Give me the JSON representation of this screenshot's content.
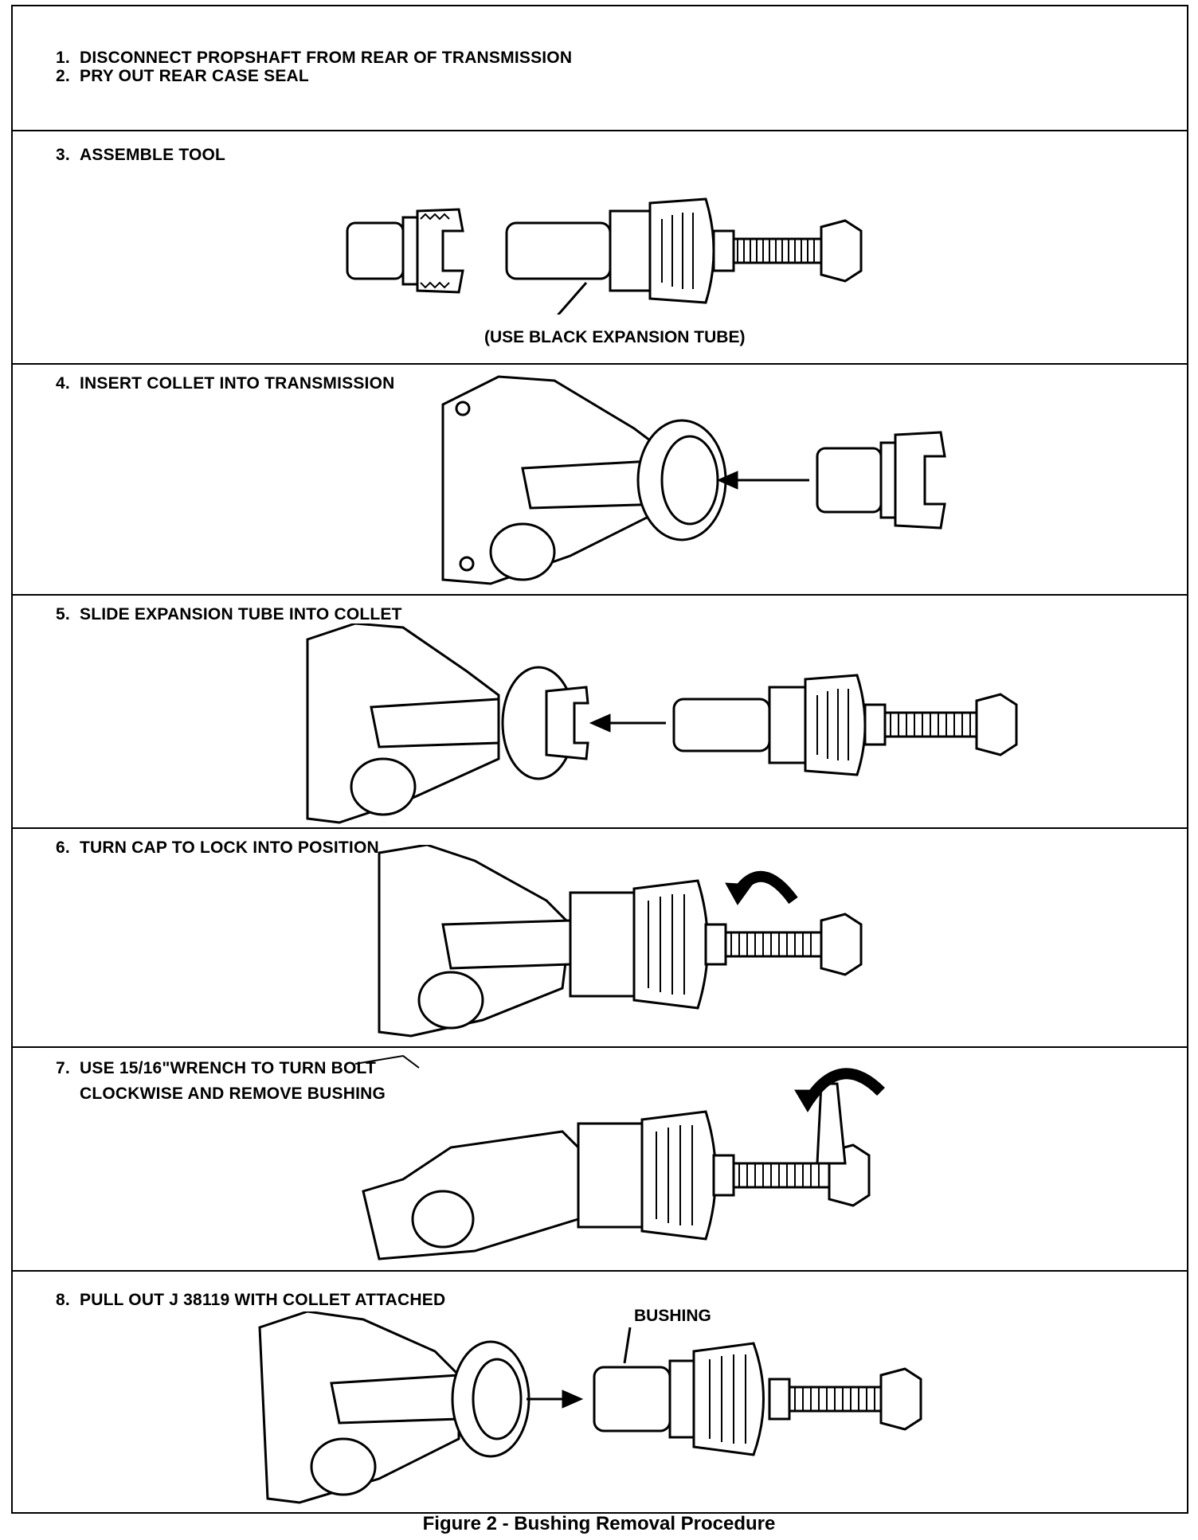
{
  "steps": [
    {
      "num": "1.",
      "text": "DISCONNECT PROPSHAFT FROM REAR OF TRANSMISSION"
    },
    {
      "num": "2.",
      "text": "PRY OUT REAR CASE SEAL"
    },
    {
      "num": "3.",
      "text": "ASSEMBLE TOOL"
    },
    {
      "num": "4.",
      "text": "INSERT COLLET INTO TRANSMISSION"
    },
    {
      "num": "5.",
      "text": "SLIDE EXPANSION TUBE INTO COLLET"
    },
    {
      "num": "6.",
      "text": "TURN CAP TO LOCK INTO POSITION"
    },
    {
      "num": "7.",
      "text": "USE 15/16\"WRENCH TO TURN BOLT",
      "text2": "CLOCKWISE AND REMOVE BUSHING"
    },
    {
      "num": "8.",
      "text": "PULL OUT J 38119 WITH COLLET ATTACHED"
    }
  ],
  "callouts": {
    "expansion_tube": "(USE BLACK EXPANSION TUBE)",
    "bushing": "BUSHING"
  },
  "caption": "Figure 2 - Bushing Removal Procedure"
}
